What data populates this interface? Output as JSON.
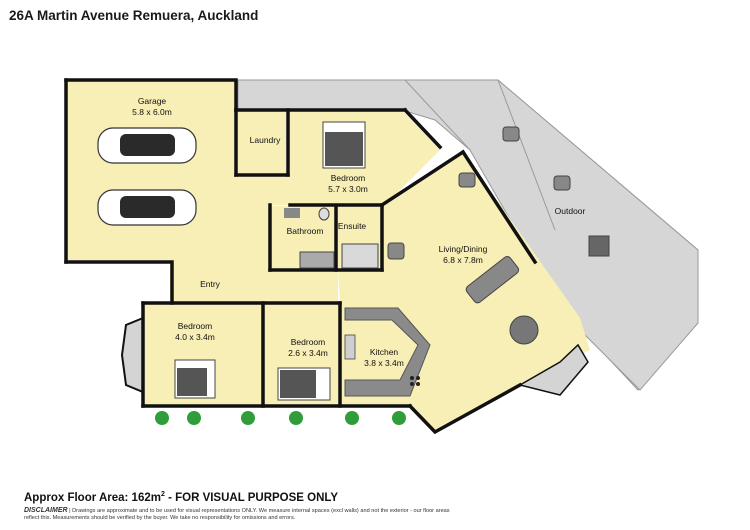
{
  "header": {
    "address": "26A Martin Avenue Remuera, Auckland"
  },
  "rooms": [
    {
      "id": "garage",
      "name": "Garage",
      "dims": "5.8 x 6.0m"
    },
    {
      "id": "laundry",
      "name": "Laundry",
      "dims": ""
    },
    {
      "id": "bedroom-master",
      "name": "Bedroom",
      "dims": "5.7 x 3.0m"
    },
    {
      "id": "bathroom",
      "name": "Bathroom",
      "dims": ""
    },
    {
      "id": "ensuite",
      "name": "Ensuite",
      "dims": ""
    },
    {
      "id": "outdoor",
      "name": "Outdoor",
      "dims": ""
    },
    {
      "id": "living",
      "name": "Living/Dining",
      "dims": "6.8 x 7.8m"
    },
    {
      "id": "entry",
      "name": "Entry",
      "dims": ""
    },
    {
      "id": "bedroom-2",
      "name": "Bedroom",
      "dims": "4.0 x 3.4m"
    },
    {
      "id": "bedroom-3",
      "name": "Bedroom",
      "dims": "2.6 x 3.4m"
    },
    {
      "id": "kitchen",
      "name": "Kitchen",
      "dims": "3.8 x 3.4m"
    }
  ],
  "footer": {
    "area_prefix": "Approx Floor Area: 162m",
    "area_sup": "2",
    "area_suffix": " - FOR VISUAL PURPOSE ONLY",
    "disclaimer_title": "DISCLAIMER",
    "disclaimer_text": "| Drawings are approximate and to be used for visual representations ONLY. We measure internal spaces (excl walls) and not the exterior - our floor areas reflect this. Measurements should be verified by the buyer. We take no responsibility for omissions and errors."
  },
  "colors": {
    "room_fill": "#f8efb6",
    "outdoor_fill": "#d4d4d4",
    "wall": "#111111",
    "fixture": "#6e6e6e",
    "tree": "#2e9d3a"
  }
}
